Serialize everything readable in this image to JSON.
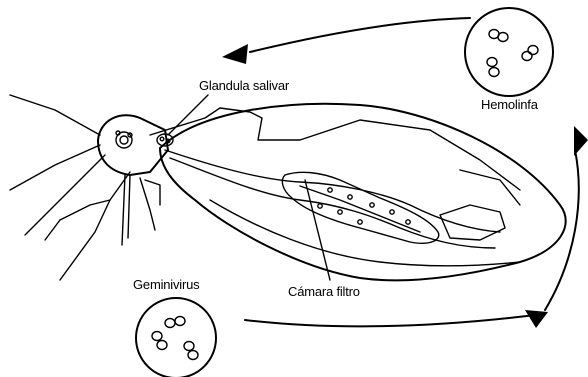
{
  "labels": {
    "glandula": "Glandula salivar",
    "hemolinfa": "Hemolinfa",
    "geminivirus": "Geminivirus",
    "camara": "Cámara filtro"
  },
  "colors": {
    "ink": "#000000",
    "background": "#ffffff"
  }
}
